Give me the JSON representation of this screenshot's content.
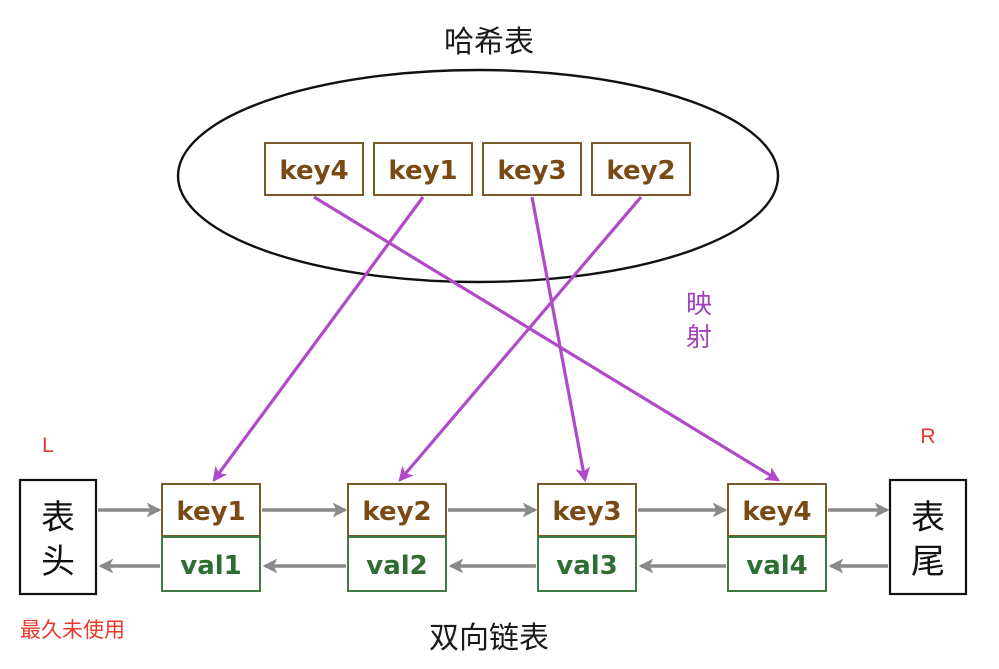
{
  "hash_table": {
    "title": "哈希表",
    "keys": [
      "key4",
      "key1",
      "key3",
      "key2"
    ]
  },
  "mapping_label": "映\n射",
  "mapping_chars": [
    "映",
    "射"
  ],
  "left_marker": "L",
  "right_marker": "R",
  "head_chars": [
    "表",
    "头"
  ],
  "tail_chars": [
    "表",
    "尾"
  ],
  "linked_list": {
    "title": "双向链表",
    "nodes": [
      {
        "key": "key1",
        "val": "val1"
      },
      {
        "key": "key2",
        "val": "val2"
      },
      {
        "key": "key3",
        "val": "val3"
      },
      {
        "key": "key4",
        "val": "val4"
      }
    ]
  },
  "least_recent_label": "最久未使用",
  "colors": {
    "key_text": "#7a4a14",
    "val_text": "#2e6e32",
    "mapping_arrow": "#b04ac9",
    "list_arrow": "#8a8a8a",
    "marker_red": "#e8392b"
  }
}
